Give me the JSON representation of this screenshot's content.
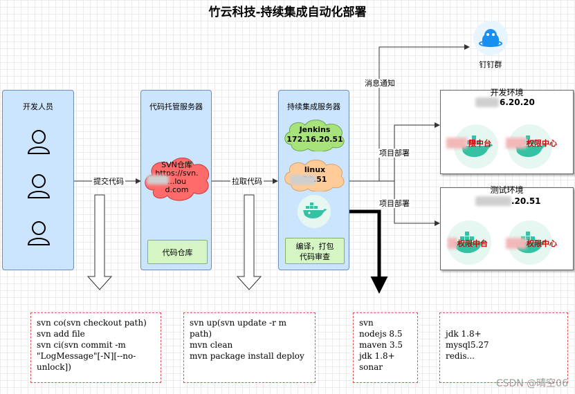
{
  "title": "竹云科技-持续集成自动化部署",
  "panels": {
    "developers": {
      "title": "开发人员"
    },
    "repo_server": {
      "title": "代码托管服务器",
      "cloud_text": "SVN仓库\nhttps://svn.\n...lou\nd.com",
      "box_label": "代码仓库"
    },
    "ci_server": {
      "title": "持续集成服务器",
      "jenkins": "Jenkins\n172.16.20.51",
      "linux": "linux\n20.51",
      "box_label": "编译，打包\n代码审查"
    }
  },
  "dingtalk_label": "钉钉群",
  "edge_labels": {
    "commit": "提交代码",
    "pull": "拉取代码",
    "notify": "消息通知",
    "deploy1": "项目部署",
    "deploy2": "项目部署"
  },
  "envs": {
    "dev": {
      "title": "开发环境",
      "ip": "6.20.20",
      "apps": [
        "限中台",
        "权限中心"
      ]
    },
    "test": {
      "title": "测试环境",
      "ip": ".20.51",
      "apps": [
        "权限中台",
        "权限中心"
      ]
    }
  },
  "notes": {
    "dev_cmds": [
      "svn co(svn checkout path)",
      "svn add file",
      "svn ci(svn commit -m \"LogMessage\"[-N][--no-unlock])"
    ],
    "repo_cmds": [
      "svn up(svn update -r m path)",
      "mvn clean",
      "mvn package install deploy"
    ],
    "ci_tools": [
      "svn",
      "nodejs 8.5",
      "maven 3.5",
      "jdk 1.8+",
      "sonar"
    ],
    "env_tools": [
      "jdk 1.8+",
      "mysql5.27",
      "redis..."
    ]
  },
  "watermark": "CSDN @晴空06",
  "colors": {
    "panel": "#cce5ff",
    "cloud_red": "#ff6b6b",
    "cloud_yellow": "#ffd966",
    "cloud_green": "#a8e27a",
    "cloud_orange": "#ffcc99",
    "docker": "#35c1a3"
  }
}
